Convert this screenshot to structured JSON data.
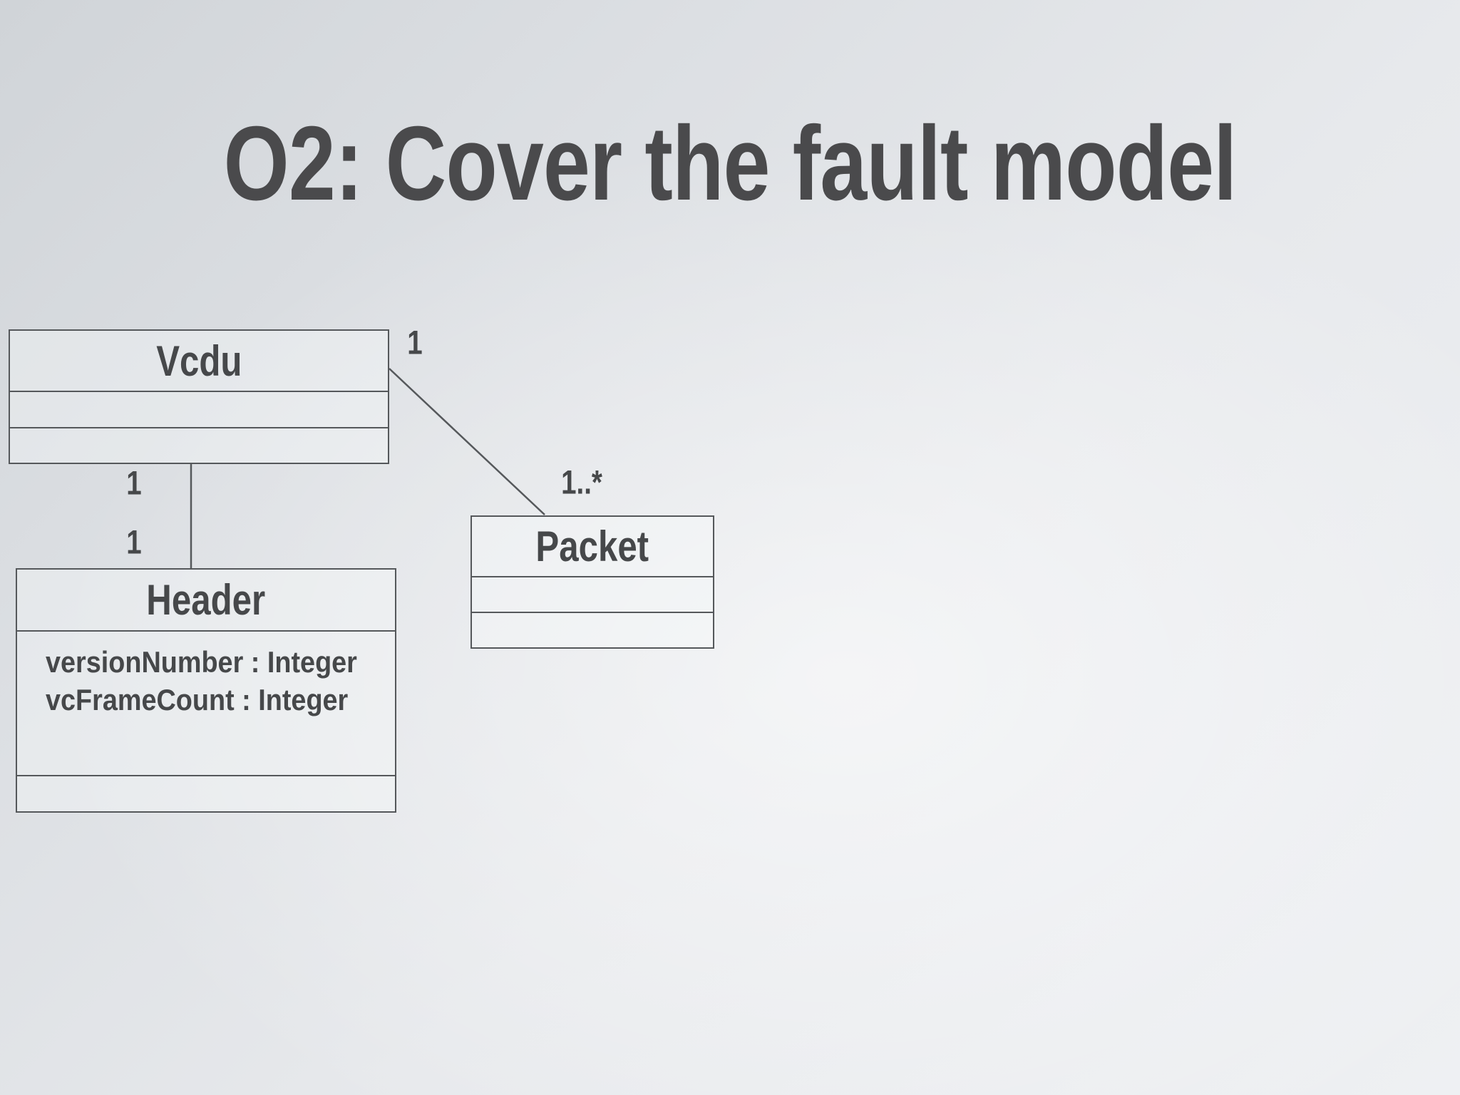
{
  "slide": {
    "title": "O2: Cover the fault model"
  },
  "diagram": {
    "type": "uml-class-diagram",
    "classes": [
      {
        "name": "Vcdu",
        "attributes": [],
        "operations": []
      },
      {
        "name": "Header",
        "attributes": [
          "versionNumber : Integer",
          "vcFrameCount : Integer"
        ],
        "operations": []
      },
      {
        "name": "Packet",
        "attributes": [],
        "operations": []
      }
    ],
    "associations": [
      {
        "from": "Vcdu",
        "to": "Header",
        "from_multiplicity": "1",
        "to_multiplicity": "1"
      },
      {
        "from": "Vcdu",
        "to": "Packet",
        "from_multiplicity": "1",
        "to_multiplicity": "1..*"
      }
    ]
  },
  "colors": {
    "title_text": "#4a4a4c",
    "diagram_text": "#46484a",
    "box_border": "#55585b",
    "connector_line": "#55585b",
    "background_dark": "#d0d4d8",
    "background_light": "#eef0f3"
  }
}
